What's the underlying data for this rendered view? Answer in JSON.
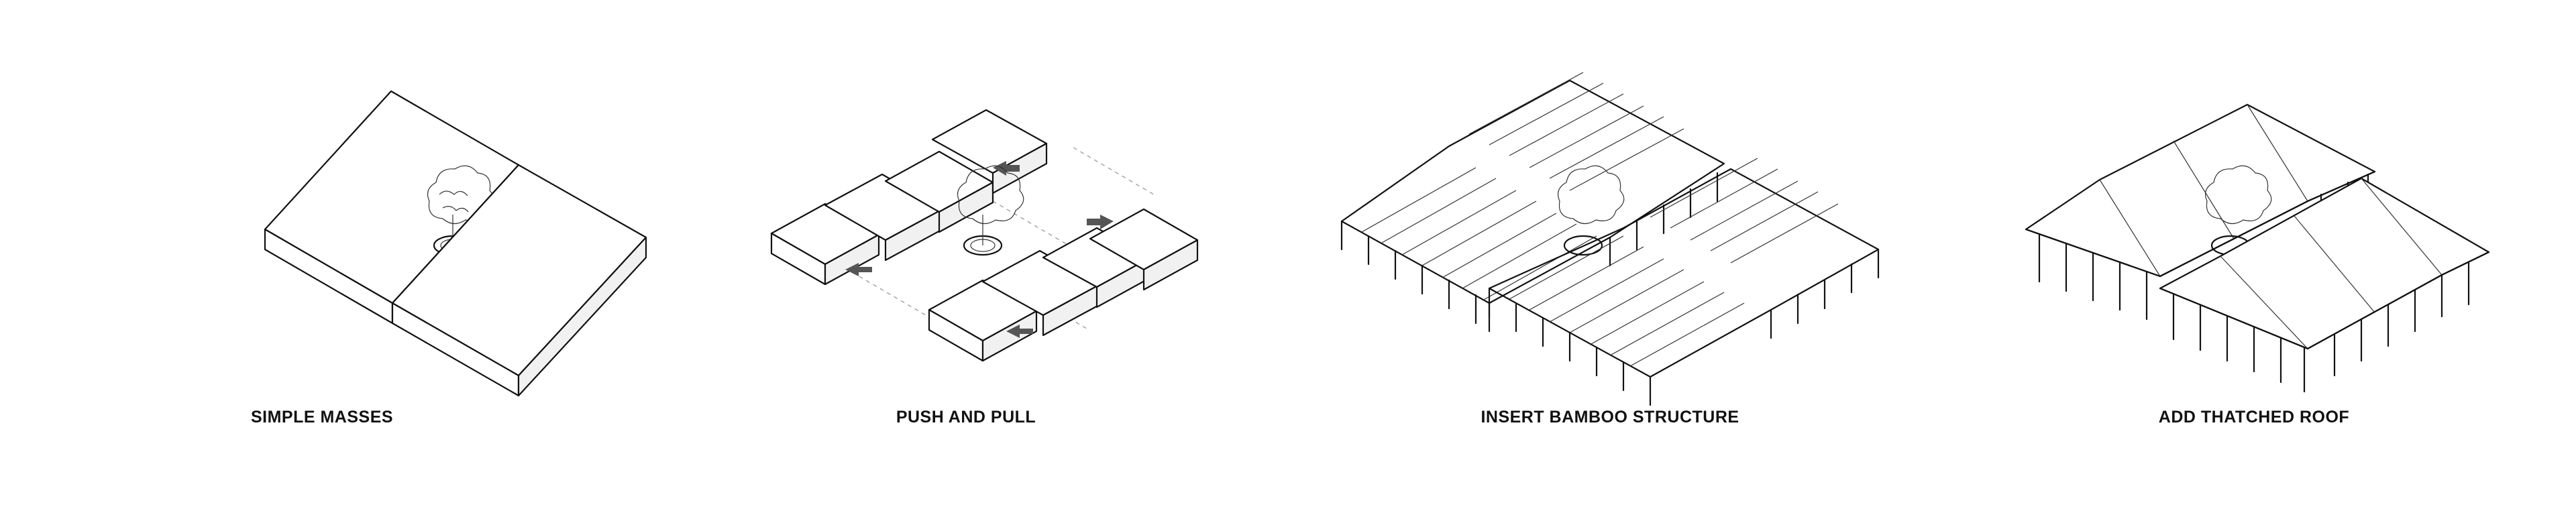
{
  "steps": [
    {
      "label": "SIMPLE MASSES"
    },
    {
      "label": "PUSH AND PULL"
    },
    {
      "label": "INSERT BAMBOO STRUCTURE"
    },
    {
      "label": "ADD THATCHED ROOF"
    }
  ]
}
